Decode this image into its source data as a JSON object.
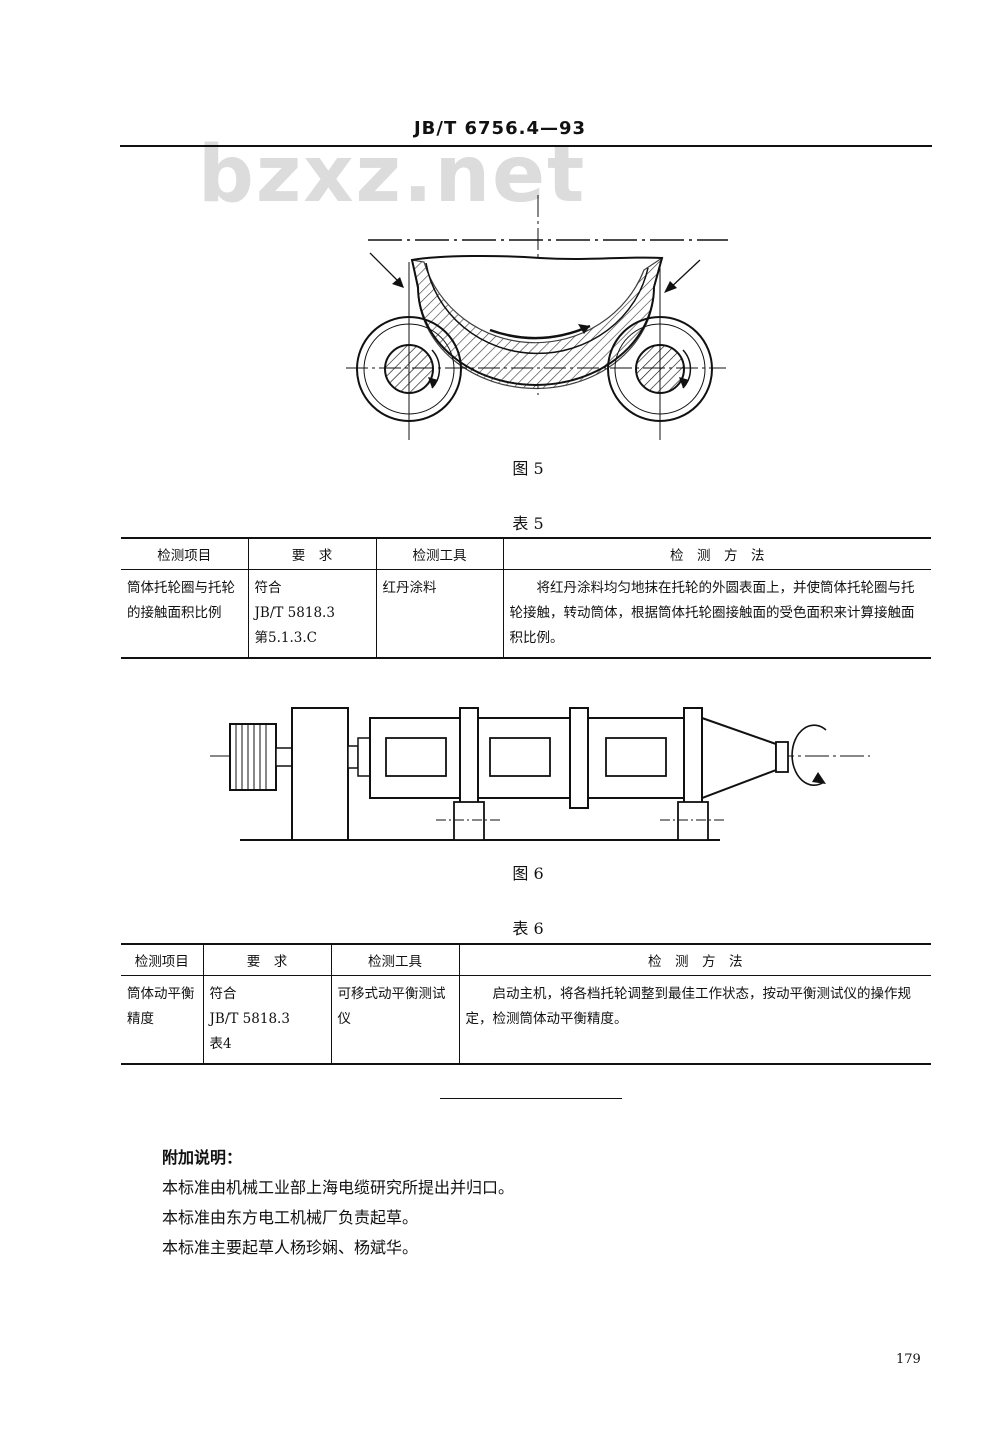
{
  "header": {
    "code": "JB/T 6756.4—93"
  },
  "watermark": "bzxz.net",
  "figure5": {
    "caption": "图 5"
  },
  "table5": {
    "caption": "表 5",
    "headers": [
      "检测项目",
      "要　求",
      "检测工具",
      "检　测　方　法"
    ],
    "row": {
      "item": "筒体托轮圈与托轮的接触面积比例",
      "requirement": [
        "符合",
        "JB/T 5818.3",
        "第5.1.3.C"
      ],
      "tool": "红丹涂料",
      "method": "将红丹涂料均匀地抹在托轮的外圆表面上，并使筒体托轮圈与托轮接触，转动筒体，根据筒体托轮圈接触面的受色面积来计算接触面积比例。"
    }
  },
  "figure6": {
    "caption": "图 6"
  },
  "table6": {
    "caption": "表 6",
    "headers": [
      "检测项目",
      "要　求",
      "检测工具",
      "检　测　方　法"
    ],
    "row": {
      "item": "筒体动平衡精度",
      "requirement": [
        "符合",
        "JB/T 5818.3",
        "表4"
      ],
      "tool": "可移式动平衡测试仪",
      "method": "启动主机，将各档托轮调整到最佳工作状态，按动平衡测试仪的操作规定，检测筒体动平衡精度。"
    }
  },
  "notes": {
    "title": "附加说明：",
    "lines": [
      "本标准由机械工业部上海电缆研究所提出并归口。",
      "本标准由东方电工机械厂负责起草。",
      "本标准主要起草人杨珍娴、杨斌华。"
    ]
  },
  "page_number": "179"
}
